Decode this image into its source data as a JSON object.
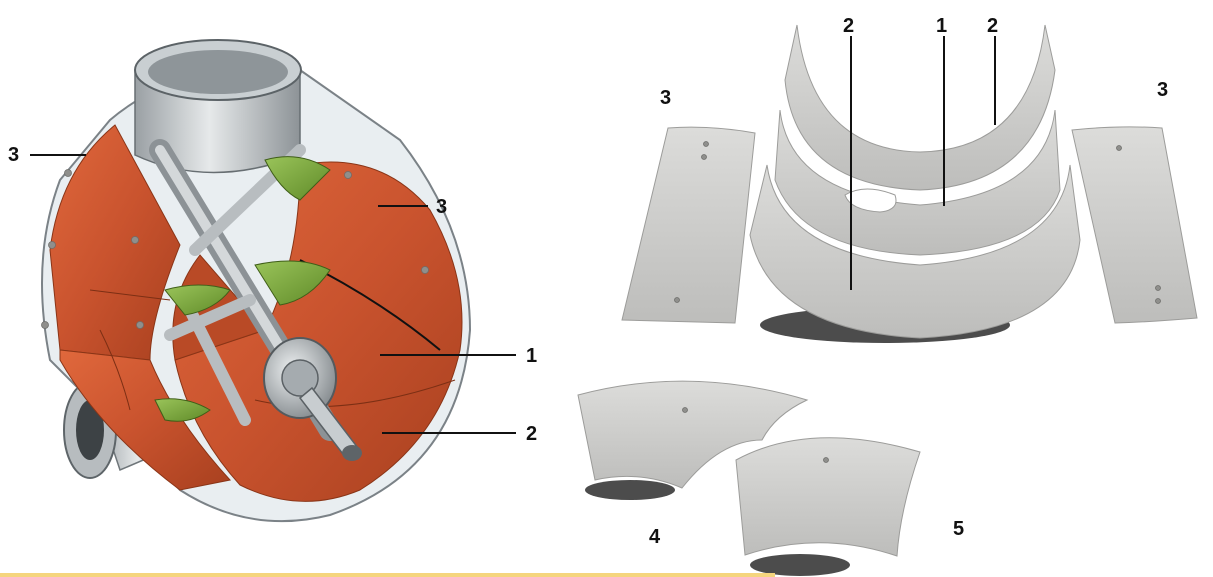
{
  "cutaway": {
    "labels": {
      "left_three": "3",
      "right_three": "3",
      "one": "1",
      "two": "2"
    }
  },
  "parts": {
    "labels": {
      "top_two_left": "2",
      "top_one": "1",
      "top_two_right": "2",
      "left_three": "3",
      "right_three": "3",
      "four": "4",
      "five": "5"
    }
  },
  "colors": {
    "liner_orange": "#c9532e",
    "liner_steel": "#d3d3d1",
    "mixing_arm_green": "#7da83a",
    "footer_rule": "#f5d57e"
  }
}
